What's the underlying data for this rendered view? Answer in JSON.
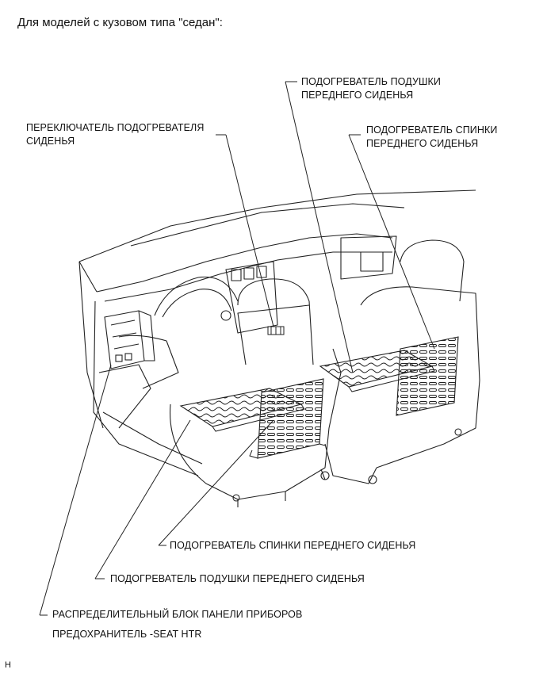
{
  "heading": "Для моделей с кузовом типа \"седан\":",
  "labels": {
    "front_seat_cushion_heater_top": "ПОДОГРЕВАТЕЛЬ ПОДУШКИ\nПЕРЕДНЕГО СИДЕНЬЯ",
    "front_seatback_heater_top": "ПОДОГРЕВАТЕЛЬ СПИНКИ\nПЕРЕДНЕГО СИДЕНЬЯ",
    "seat_heater_switch": "ПЕРЕКЛЮЧАТЕЛЬ ПОДОГРЕВАТЕЛЯ\nСИДЕНЬЯ",
    "front_seatback_heater_bottom": "ПОДОГРЕВАТЕЛЬ СПИНКИ ПЕРЕДНЕГО СИДЕНЬЯ",
    "front_seat_cushion_heater_bottom": "ПОДОГРЕВАТЕЛЬ ПОДУШКИ ПЕРЕДНЕГО СИДЕНЬЯ",
    "instrument_panel_junction_block": "РАСПРЕДЕЛИТЕЛЬНЫЙ БЛОК ПАНЕЛИ ПРИБОРОВ",
    "fuse": "ПРЕДОХРАНИТЕЛЬ -SEAT HTR"
  },
  "footer_code": "H"
}
